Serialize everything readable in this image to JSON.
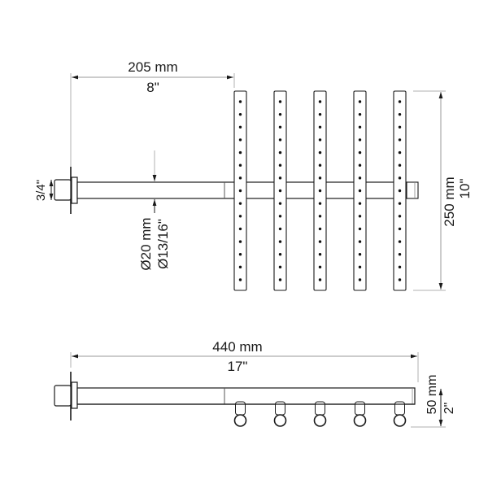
{
  "drawing": {
    "top_view": {
      "dim_length_mm": "205 mm",
      "dim_length_in": "8\"",
      "dim_connection": "3/4\"",
      "dim_pipe_mm": "Ø20 mm",
      "dim_pipe_in": "Ø13/16\"",
      "dim_height_mm": "250 mm",
      "dim_height_in": "10\"",
      "bar_count": 5,
      "holes_per_bar": 15
    },
    "side_view": {
      "dim_length_mm": "440 mm",
      "dim_length_in": "17\"",
      "dim_depth_mm": "50 mm",
      "dim_depth_in": "2\"",
      "nozzle_count": 5
    },
    "colors": {
      "line": "#1a1a1a",
      "dim_line": "#9a9a9a",
      "hole": "#111111"
    }
  }
}
